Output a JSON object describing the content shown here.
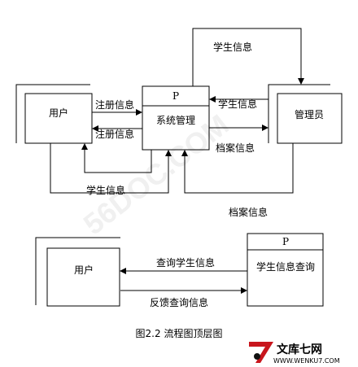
{
  "diagram": {
    "top": {
      "user_entity": "用户",
      "admin_entity": "管理员",
      "process_id": "P",
      "process_name": "系统管理",
      "flows": {
        "register_in": "注册信息",
        "register_out": "注册信息",
        "admin_to_sys": "学生信息",
        "sys_to_admin": "档案信息",
        "loop_top": "学生信息",
        "bottom_user": "学生信息",
        "bottom_admin": "档案信息"
      }
    },
    "query": {
      "user_entity": "用户",
      "process_id": "P",
      "process_name": "学生信息查询",
      "flows": {
        "query_request": "查询学生信息",
        "feedback": "反馈查询信息"
      }
    },
    "caption": "图2.2 流程图顶层图"
  },
  "watermark": {
    "diagonal": "56DOC.COM",
    "brand_cn": "文库七网",
    "brand_url": "WWW.WENKU7.COM",
    "brand_color": "#c8161d"
  }
}
